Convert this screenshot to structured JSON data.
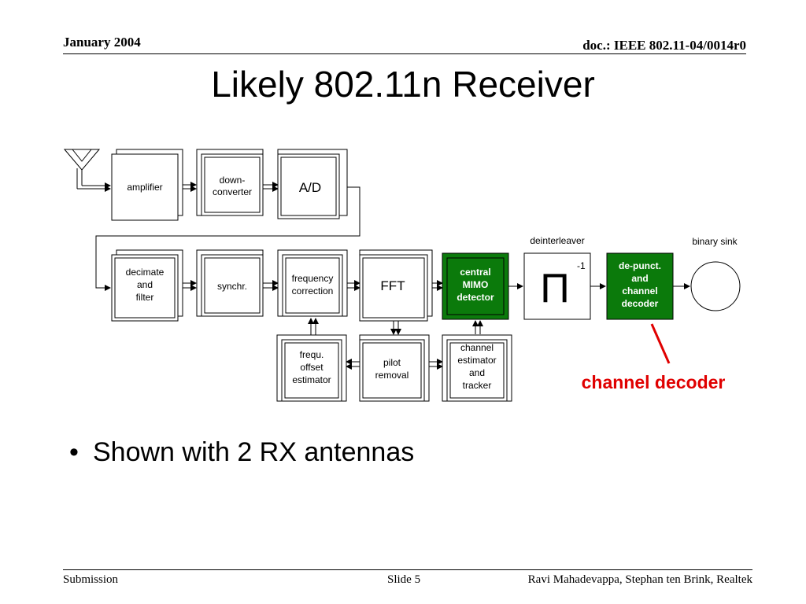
{
  "header": {
    "date": "January 2004",
    "doc": "doc.: IEEE 802.11-04/0014r0"
  },
  "title": "Likely 802.11n Receiver",
  "diagram": {
    "blocks": {
      "amplifier": [
        "amplifier"
      ],
      "downconverter": [
        "down-",
        "converter"
      ],
      "ad": [
        "A/D"
      ],
      "decimate": [
        "decimate",
        "and",
        "filter"
      ],
      "synchr": [
        "synchr."
      ],
      "freqcorr": [
        "frequency",
        "correction"
      ],
      "fft": [
        "FFT"
      ],
      "mimo": [
        "central",
        "MIMO",
        "detector"
      ],
      "depunct": [
        "de-punct.",
        "and",
        "channel",
        "decoder"
      ],
      "freqoffset": [
        "frequ.",
        "offset",
        "estimator"
      ],
      "pilot": [
        "pilot",
        "removal"
      ],
      "chanest": [
        "channel",
        "estimator",
        "and",
        "tracker"
      ]
    },
    "deinterleaver_label": "deinterleaver",
    "deinterleaver_symbol": "Π",
    "deinterleaver_superscript": "-1",
    "binary_sink_label": "binary sink",
    "callout": "channel decoder",
    "colors": {
      "highlight_block": "#0b7a0b",
      "callout": "#e00000"
    }
  },
  "bullets": [
    "Shown with 2 RX antennas"
  ],
  "footer": {
    "left": "Submission",
    "slide": "Slide 5",
    "authors": "Ravi Mahadevappa, Stephan ten Brink, Realtek"
  }
}
